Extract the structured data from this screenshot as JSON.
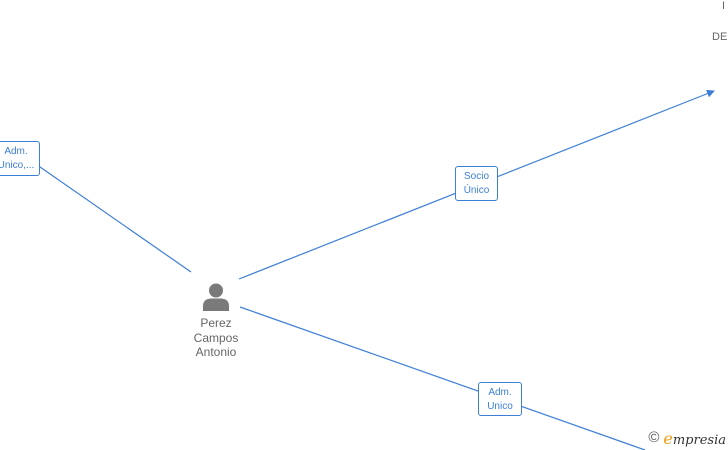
{
  "edges": {
    "left": {
      "line1": "Adm.",
      "line2": "Unico,..."
    },
    "top": {
      "line1": "Socio",
      "line2": "Único"
    },
    "bottom": {
      "line1": "Adm.",
      "line2": "Unico"
    }
  },
  "person": {
    "icon": "person-icon",
    "name_lines": [
      "Perez",
      "Campos",
      "Antonio"
    ]
  },
  "partial_node": {
    "line1": "I",
    "line2": "DE"
  },
  "watermark": {
    "copyright_symbol": "©",
    "brand_initial": "e",
    "brand_rest": "mpresia"
  },
  "colors": {
    "edge": "#3d7fd6",
    "text": "#666666",
    "brand_accent": "#f39c12"
  }
}
